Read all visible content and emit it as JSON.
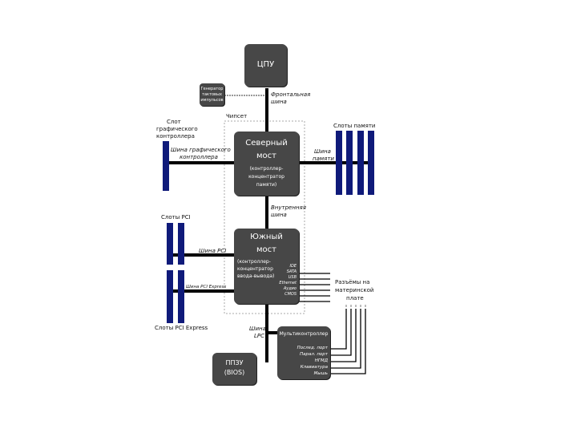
{
  "nodes": {
    "cpu": "ЦПУ",
    "clock": [
      "Генератор",
      "тактовых",
      "импульсов"
    ],
    "northbridge": {
      "title": [
        "Северный",
        "мост"
      ],
      "subtitle": [
        "(контроллер-",
        "концентратор",
        "памяти)"
      ]
    },
    "southbridge": {
      "title": [
        "Южный",
        "мост"
      ],
      "subtitle": [
        "(контроллер-",
        "концентратор",
        "ввода-вывода)"
      ]
    },
    "superio": "Мультиконтроллер",
    "bios": [
      "ППЗУ",
      "(BIOS)"
    ]
  },
  "labels": {
    "front_bus": [
      "Фронтальная",
      "шина"
    ],
    "chipset": "Чипсет",
    "gfx_slot": [
      "Слот",
      "графического",
      "контроллера"
    ],
    "gfx_bus": [
      "Шина графического",
      "контроллера"
    ],
    "mem_slots": "Слоты памяти",
    "mem_bus": [
      "Шина",
      "памяти"
    ],
    "internal_bus": [
      "Внутренняя",
      "шина"
    ],
    "pci_slots": "Слоты PCI",
    "pci_bus": "Шина PCI",
    "pcie_bus": "Шина PCI Express",
    "pcie_slots": "Слоты PCI Express",
    "lpc_bus": [
      "Шина",
      "LPC"
    ],
    "board_connectors": [
      "Разъёмы на",
      "материнской",
      "плате"
    ]
  },
  "sb_ports": [
    "IDE",
    "SATA",
    "USB",
    "Ethernet",
    "Аудио",
    "CMOS"
  ],
  "superio_ports": [
    "Послед. порт",
    "Парал. порт",
    "НГМД",
    "Клавиатура",
    "Мышь"
  ],
  "colors": {
    "box": "#474747",
    "slot": "#0f1a7a",
    "bus": "#000000"
  }
}
